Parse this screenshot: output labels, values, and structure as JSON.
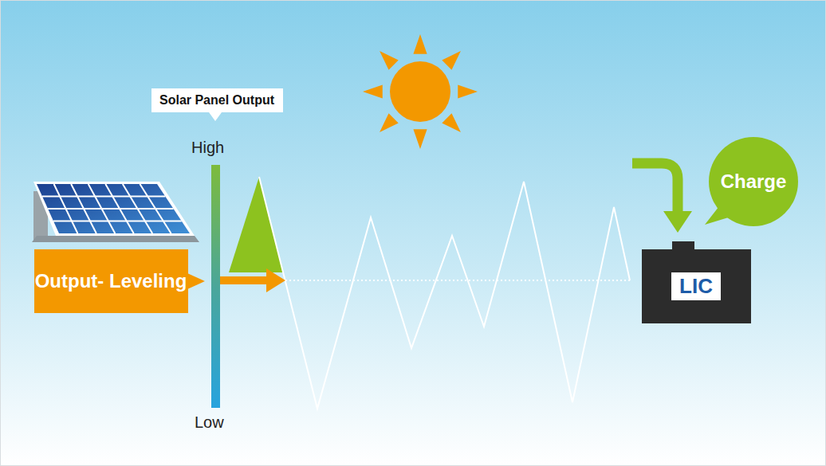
{
  "diagram": {
    "nodes": [
      {
        "text": [
          "Solar Panel Output"
        ]
      },
      {
        "text": [
          "Output- Leveling"
        ]
      },
      {
        "text": [
          "Charge"
        ]
      },
      {
        "text": [
          "LIC"
        ]
      }
    ],
    "labels": [
      "High",
      "Low"
    ]
  }
}
